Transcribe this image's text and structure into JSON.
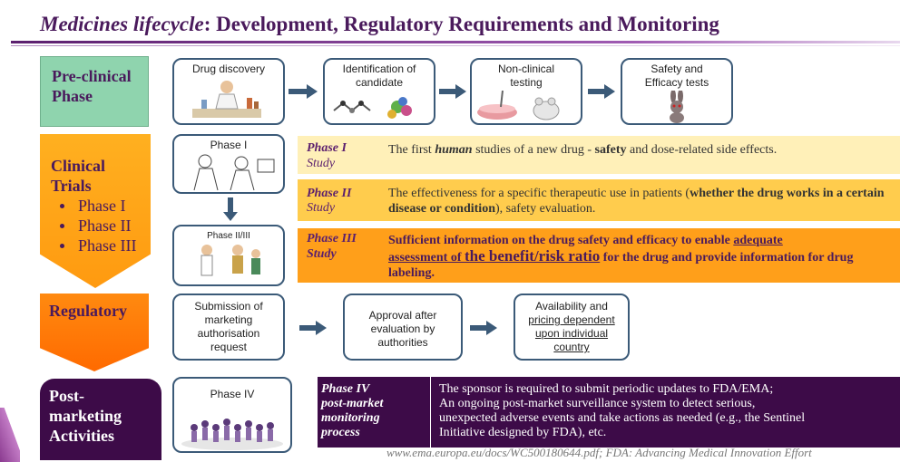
{
  "title": {
    "italic": "Medicines lifecycle",
    "rest": ": Development, Regulatory Requirements and Monitoring"
  },
  "stages": {
    "preclinical": {
      "line1": "Pre-clinical",
      "line2": "Phase"
    },
    "clinical": {
      "line1": "Clinical",
      "line2": "Trials",
      "items": [
        "Phase I",
        "Phase II",
        "Phase III"
      ]
    },
    "regulatory": {
      "label": "Regulatory"
    },
    "post": {
      "line1": "Post-",
      "line2": "marketing",
      "line3": "Activities"
    }
  },
  "preclinical_steps": [
    {
      "label": "Drug discovery"
    },
    {
      "label1": "Identification of",
      "label2": "candidate"
    },
    {
      "label1": "Non-clinical",
      "label2": "testing"
    },
    {
      "label1": "Safety and",
      "label2": "Efficacy tests"
    }
  ],
  "clinical_pics": {
    "phase1": "Phase I",
    "phase23": "Phase II/III"
  },
  "clinical_bars": [
    {
      "label": "Phase I",
      "sub": "Study",
      "t1": "The first ",
      "t2": "human",
      "t3": " studies of a new drug - ",
      "t4": "safety",
      "t5": " and dose-related side effects."
    },
    {
      "label": "Phase II",
      "sub": "Study",
      "t1": "The effectiveness for a specific therapeutic use in patients (",
      "t2": "whether the drug works in a certain disease or condition",
      "t3": "), safety evaluation."
    },
    {
      "label": "Phase III",
      "sub": "Study",
      "t1": "Sufficient information on the drug safety and efficacy to enable ",
      "t2": "adequate",
      "t3": "assessment of ",
      "t4": "the benefit/risk ratio",
      "t5": " for the drug and provide information for drug labeling."
    }
  ],
  "regulatory_steps": [
    {
      "l1": "Submission of",
      "l2": "marketing",
      "l3": "authorisation",
      "l4": "request"
    },
    {
      "l1": "Approval after",
      "l2": "evaluation by",
      "l3": "authorities"
    },
    {
      "l1": "Availability and",
      "l2": "pricing dependent",
      "l3": "upon individual",
      "l4": "country"
    }
  ],
  "post_pic": {
    "label": "Phase IV"
  },
  "post_bar": {
    "l1": "Phase IV",
    "l2": "post-market",
    "l3": "monitoring",
    "l4": "process",
    "t1": "The sponsor is required to submit periodic updates to FDA/EMA;",
    "t2": "An ongoing post-market surveillance system to detect serious,",
    "t3": "unexpected adverse events and take actions as needed (e.g., the Sentinel",
    "t4": "Initiative designed by FDA), etc."
  },
  "footer": "www.ema.europa.eu/docs/WC500180644.pdf; FDA: Advancing Medical Innovation Effort",
  "colors": {
    "title": "#4a1a5c",
    "preclinical": "#8fd4ae",
    "clinical": "#ffa81a",
    "regulatory": "#ff7a08",
    "post": "#3d0b48",
    "box_border": "#3b5a78"
  }
}
